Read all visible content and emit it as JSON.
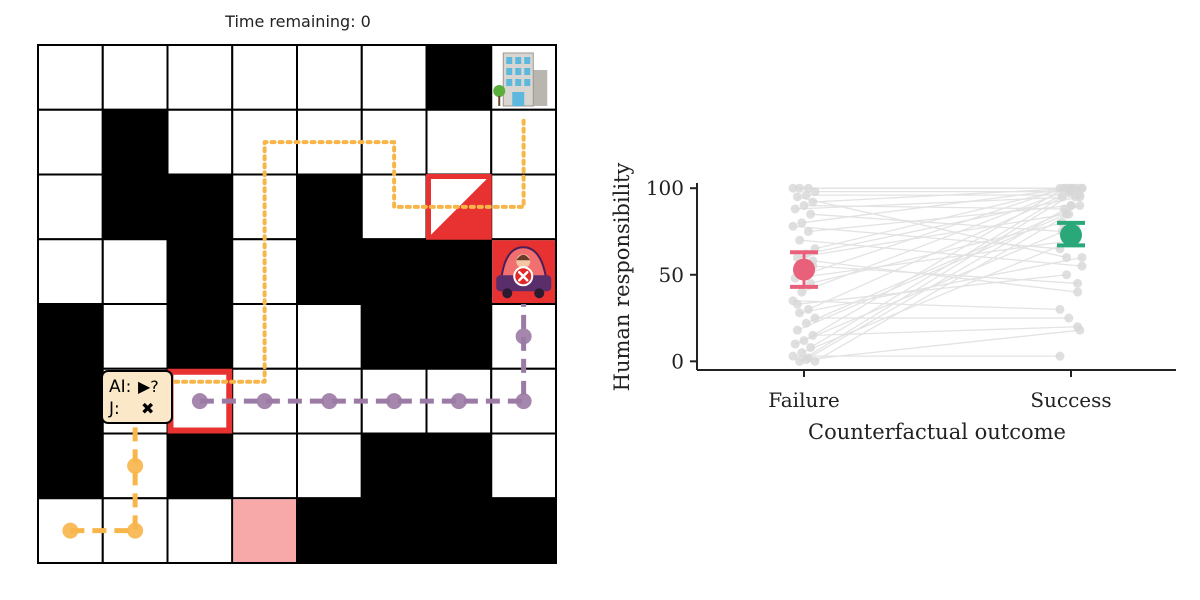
{
  "game": {
    "time_label": "Time remaining: 0",
    "rows": 8,
    "cols": 8,
    "walls": [
      [
        6,
        0
      ],
      [
        1,
        1
      ],
      [
        1,
        2
      ],
      [
        2,
        2
      ],
      [
        4,
        2
      ],
      [
        2,
        3
      ],
      [
        4,
        3
      ],
      [
        5,
        3
      ],
      [
        6,
        3
      ],
      [
        0,
        4
      ],
      [
        2,
        4
      ],
      [
        5,
        4
      ],
      [
        6,
        4
      ],
      [
        0,
        5
      ],
      [
        0,
        6
      ],
      [
        2,
        6
      ],
      [
        5,
        6
      ],
      [
        6,
        6
      ],
      [
        4,
        7
      ],
      [
        5,
        7
      ],
      [
        6,
        7
      ],
      [
        7,
        7
      ]
    ],
    "goal_cell": [
      7,
      0
    ],
    "red_triangle_cell": [
      6,
      2
    ],
    "car_cell": [
      7,
      3
    ],
    "red_bordered_cell": [
      2,
      5
    ],
    "pink_cell": [
      3,
      7
    ],
    "orange_path": [
      [
        0.5,
        7.5
      ],
      [
        1.5,
        7.5
      ],
      [
        1.5,
        6.5
      ],
      [
        1.5,
        5.2
      ],
      [
        1.6,
        5.2
      ],
      [
        3.5,
        5.2
      ],
      [
        3.5,
        4.8
      ],
      [
        3.5,
        1.5
      ],
      [
        5.5,
        1.5
      ],
      [
        5.5,
        2.5
      ],
      [
        7.5,
        2.5
      ],
      [
        7.5,
        1.1
      ]
    ],
    "orange_dots": [
      [
        0.5,
        7.5
      ],
      [
        1.5,
        7.5
      ],
      [
        1.5,
        6.5
      ]
    ],
    "purple_path": [
      [
        2.5,
        5.5
      ],
      [
        3.5,
        5.5
      ],
      [
        4.5,
        5.5
      ],
      [
        5.5,
        5.5
      ],
      [
        6.5,
        5.5
      ],
      [
        7.5,
        5.5
      ],
      [
        7.5,
        4.5
      ],
      [
        7.5,
        4.0
      ]
    ],
    "purple_dots": [
      [
        2.5,
        5.5
      ],
      [
        3.5,
        5.5
      ],
      [
        4.5,
        5.5
      ],
      [
        5.5,
        5.5
      ],
      [
        6.5,
        5.5
      ],
      [
        7.5,
        5.5
      ],
      [
        7.5,
        4.5
      ]
    ],
    "tooltip_ai": "AI:",
    "tooltip_j": "J:",
    "tooltip_ai_symbol": "▶?",
    "tooltip_j_symbol": "✖",
    "colors": {
      "wall": "#000000",
      "orange": "#f7b54a",
      "purple": "#9b7aa5",
      "red": "#e83232",
      "pink": "#f7a8a8",
      "car": "#5a2d6b"
    }
  },
  "chart_data": {
    "type": "scatter",
    "xlabel": "Counterfactual outcome",
    "ylabel": "Human responsibility",
    "categories": [
      "Failure",
      "Success"
    ],
    "yticks": [
      0,
      50,
      100
    ],
    "ylim": [
      -5,
      103
    ],
    "means": [
      {
        "category": "Failure",
        "mean": 53,
        "ci": [
          43,
          63
        ],
        "color": "#e8607a"
      },
      {
        "category": "Success",
        "mean": 73,
        "ci": [
          67,
          80
        ],
        "color": "#2aa879"
      }
    ],
    "pairs": [
      [
        100,
        100
      ],
      [
        100,
        100
      ],
      [
        100,
        100
      ],
      [
        98,
        98
      ],
      [
        96,
        96
      ],
      [
        95,
        60
      ],
      [
        92,
        100
      ],
      [
        90,
        88
      ],
      [
        88,
        95
      ],
      [
        85,
        75
      ],
      [
        80,
        100
      ],
      [
        78,
        65
      ],
      [
        75,
        90
      ],
      [
        70,
        55
      ],
      [
        65,
        100
      ],
      [
        62,
        95
      ],
      [
        60,
        85
      ],
      [
        55,
        45
      ],
      [
        50,
        100
      ],
      [
        48,
        70
      ],
      [
        45,
        80
      ],
      [
        40,
        100
      ],
      [
        35,
        30
      ],
      [
        30,
        98
      ],
      [
        28,
        60
      ],
      [
        25,
        25
      ],
      [
        22,
        90
      ],
      [
        18,
        85
      ],
      [
        15,
        20
      ],
      [
        12,
        100
      ],
      [
        10,
        78
      ],
      [
        8,
        95
      ],
      [
        5,
        70
      ],
      [
        3,
        3
      ],
      [
        2,
        90
      ],
      [
        0,
        100
      ],
      [
        0,
        85
      ],
      [
        1,
        18
      ],
      [
        33,
        50
      ],
      [
        58,
        40
      ]
    ],
    "colors": {
      "points": "#d7d7d7",
      "lines": "#e3e3e3",
      "axis": "#222222"
    }
  }
}
